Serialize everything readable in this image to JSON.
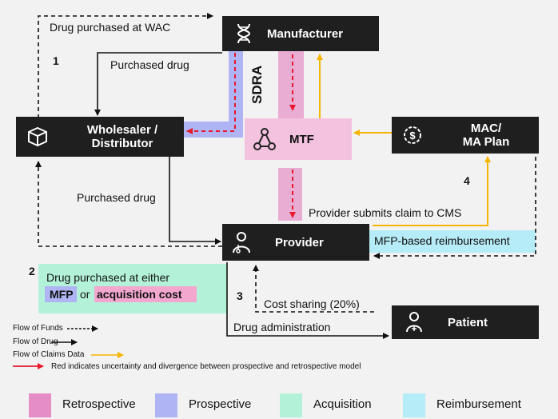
{
  "nodes": {
    "manufacturer": "Manufacturer",
    "wholesaler_line1": "Wholesaler /",
    "wholesaler_line2": "Distributor",
    "mtf": "MTF",
    "mac_line1": "MAC/",
    "mac_line2": "MA Plan",
    "provider": "Provider",
    "patient": "Patient"
  },
  "edges": {
    "wac": "Drug purchased at WAC",
    "purchased_top": "Purchased drug",
    "sdra": "SDRA",
    "purchased_mid": "Purchased drug",
    "claim": "Provider submits claim to CMS",
    "mfp_reimb": "MFP-based reimbursement",
    "either": "Drug purchased at either",
    "mfp": "MFP",
    "or": "or",
    "acq_cost": "acquisition cost",
    "cost_sharing": "Cost sharing (20%)",
    "drug_admin": "Drug administration"
  },
  "steps": {
    "s1": "1",
    "s2": "2",
    "s3": "3",
    "s4": "4"
  },
  "legend": {
    "funds": "Flow of Funds",
    "drug": "Flow of Drug",
    "claims": "Flow of Claims Data",
    "red": "Red indicates uncertainty and divergence between prospective and retrospective model"
  },
  "key": {
    "retrospective": "Retrospective",
    "prospective": "Prospective",
    "acquisition": "Acquisition",
    "reimbursement": "Reimbursement"
  },
  "colors": {
    "retrospective": "#e58ec6",
    "prospective": "#aeb4f4",
    "acquisition": "#b3f2d8",
    "reimbursement": "#b6ecf7",
    "claims_arrow": "#f5b400",
    "uncertainty_arrow": "#e8192c",
    "node_fill": "#1f1f1f"
  },
  "icons": {
    "manufacturer": "dna-icon",
    "wholesaler": "box-icon",
    "mtf": "network-icon",
    "mac": "dollar-gear-icon",
    "provider": "doctor-icon",
    "patient": "patient-icon"
  }
}
